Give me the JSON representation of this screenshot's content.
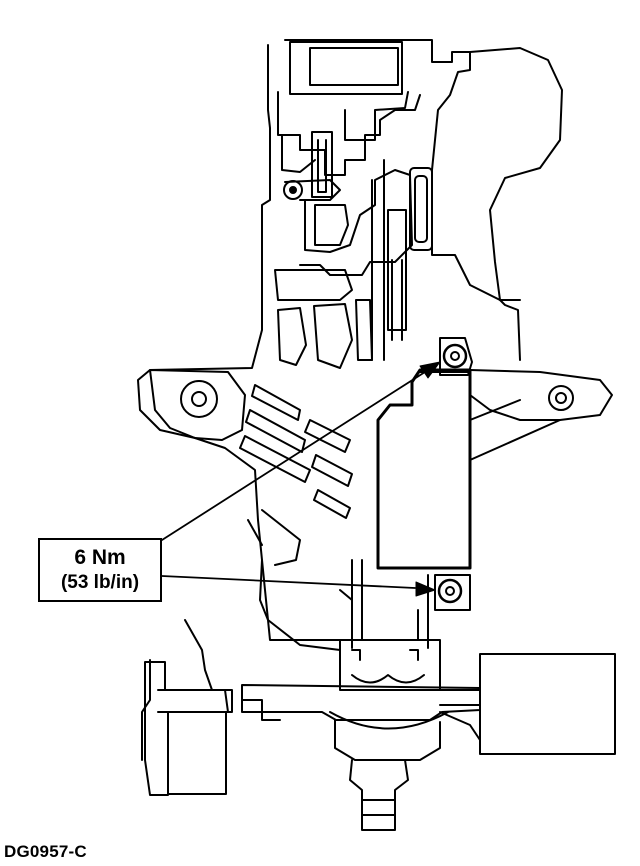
{
  "callout": {
    "torque_nm": "6 Nm",
    "torque_imperial": "(53 lb/in)"
  },
  "figure_id": "DG0957-C",
  "colors": {
    "line": "#000000",
    "background": "#ffffff"
  }
}
